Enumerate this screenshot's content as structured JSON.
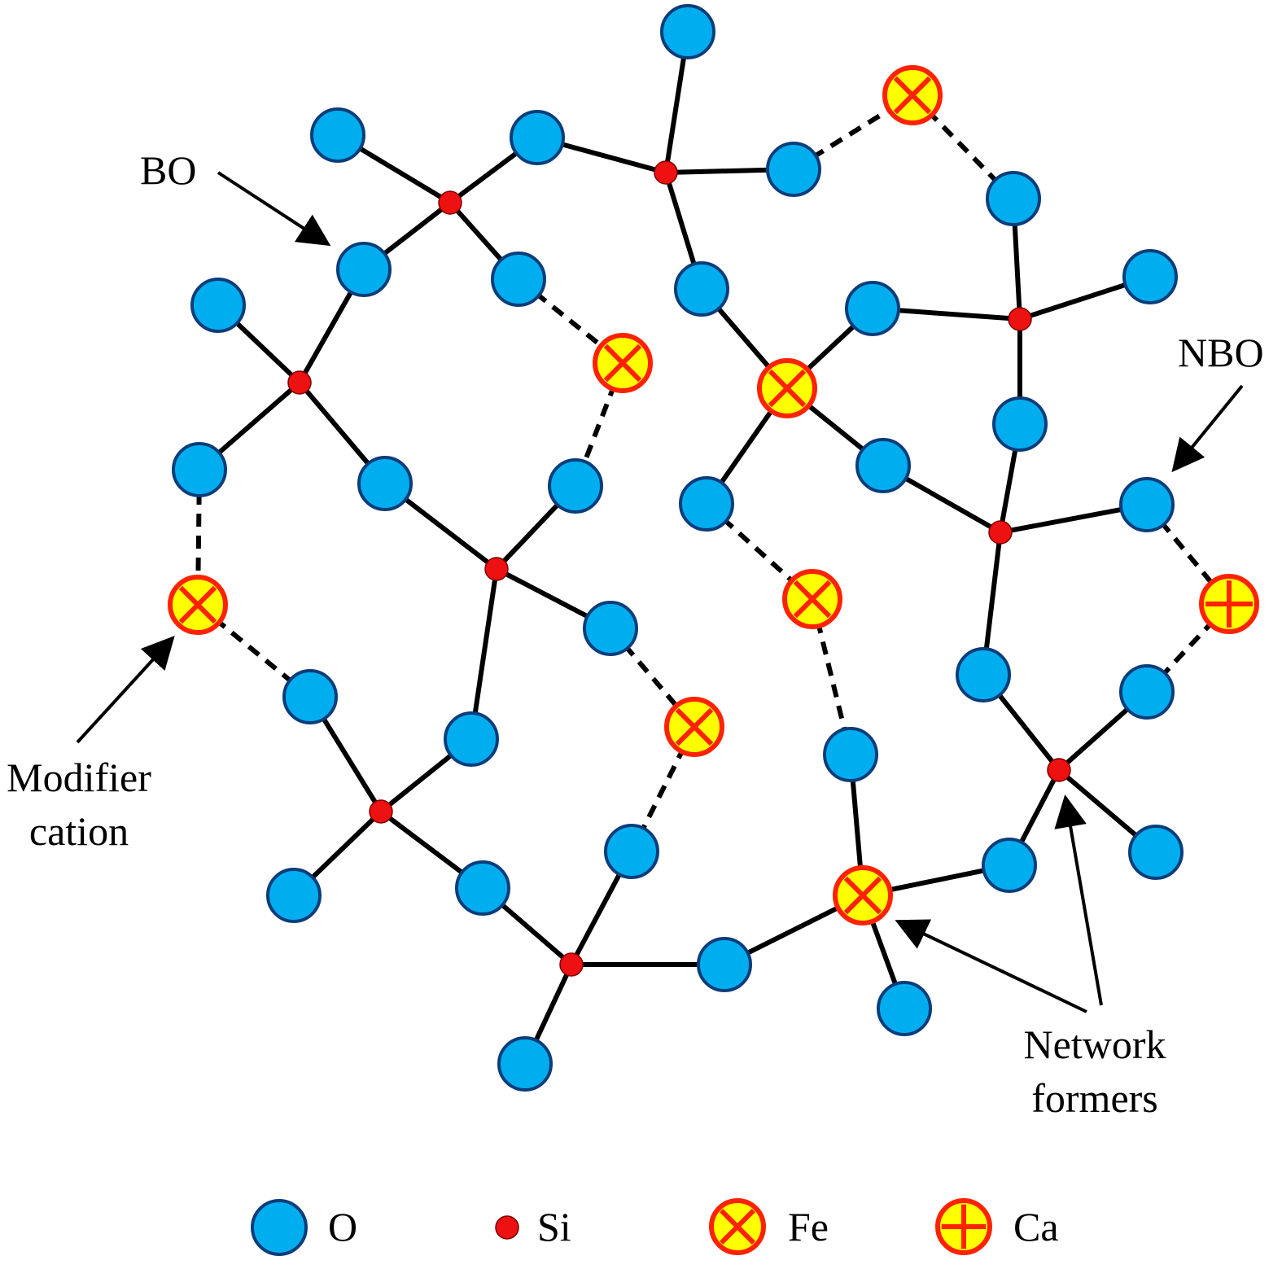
{
  "colors": {
    "oxygen_fill": "#00aeef",
    "oxygen_stroke": "#0a3d7a",
    "silicon_fill": "#ee1111",
    "cation_fill": "#ffff00",
    "cation_stroke": "#ff2200",
    "bond": "#000000"
  },
  "labels": {
    "bo": "BO",
    "nbo": "NBO",
    "modifier_line1": "Modifier",
    "modifier_line2": "cation",
    "network_line1": "Network",
    "network_line2": "formers"
  },
  "legend": {
    "oxygen": "O",
    "silicon": "Si",
    "iron": "Fe",
    "calcium": "Ca"
  }
}
